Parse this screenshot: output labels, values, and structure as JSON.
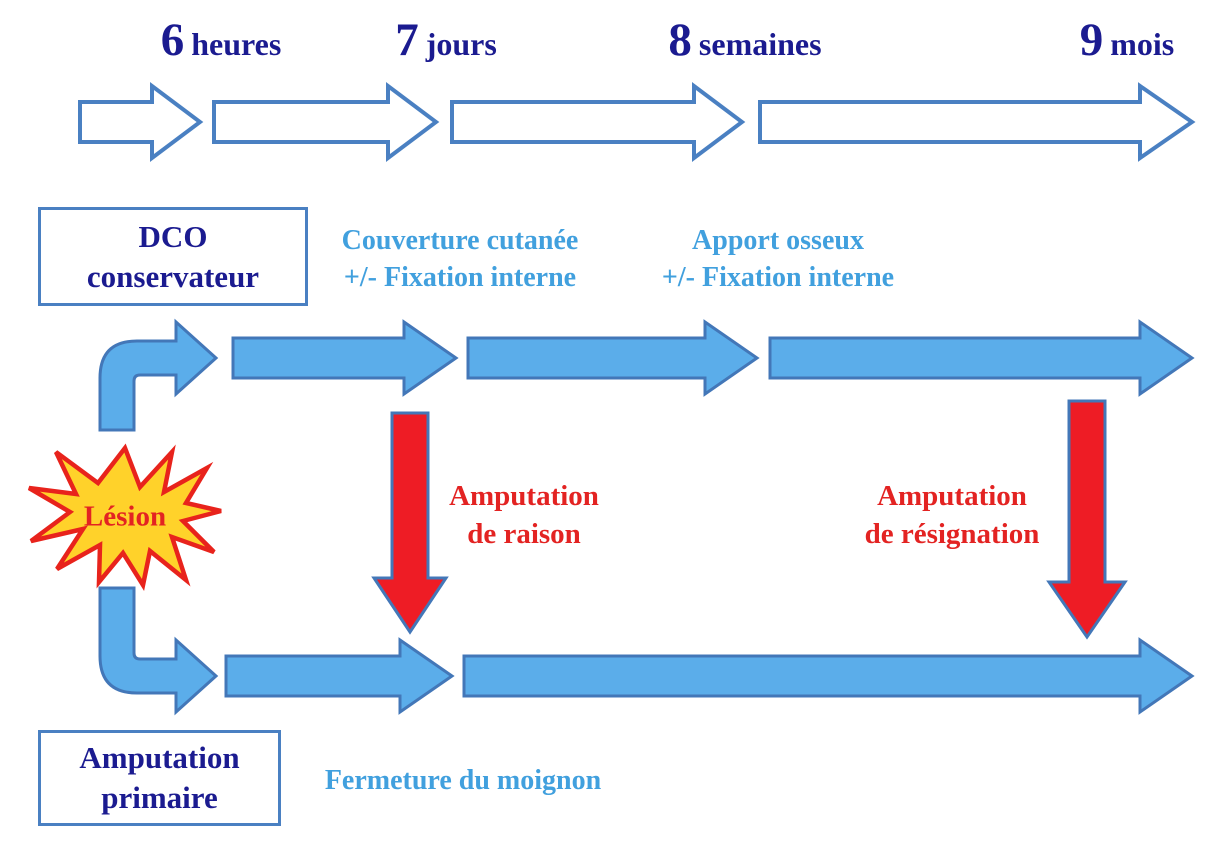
{
  "timeline": {
    "milestones": [
      {
        "number": "6",
        "unit": "heures"
      },
      {
        "number": "7",
        "unit": "jours"
      },
      {
        "number": "8",
        "unit": "semaines"
      },
      {
        "number": "9",
        "unit": "mois"
      }
    ]
  },
  "boxes": {
    "dco": {
      "line1": "DCO",
      "line2": "conservateur"
    },
    "amputation_primaire": {
      "line1": "Amputation",
      "line2": "primaire"
    }
  },
  "notes": {
    "couverture": {
      "line1": "Couverture cutanée",
      "line2": "+/- Fixation interne"
    },
    "apport": {
      "line1": "Apport osseux",
      "line2": "+/- Fixation interne"
    },
    "amputation_raison": {
      "line1": "Amputation",
      "line2": "de raison"
    },
    "amputation_resignation": {
      "line1": "Amputation",
      "line2": "de résignation"
    },
    "fermeture": "Fermeture du moignon"
  },
  "lesion": {
    "label": "Lésion"
  },
  "colors": {
    "navy": "#1b1b90",
    "light_blue": "#41a0de",
    "arrow_fill": "#5badea",
    "arrow_stroke": "#4377b8",
    "outline_arrow": "#4a80c2",
    "red_fill": "#ee1c25",
    "red_text": "#e32322",
    "star_fill": "#ffd22a",
    "star_stroke": "#e8231c"
  }
}
